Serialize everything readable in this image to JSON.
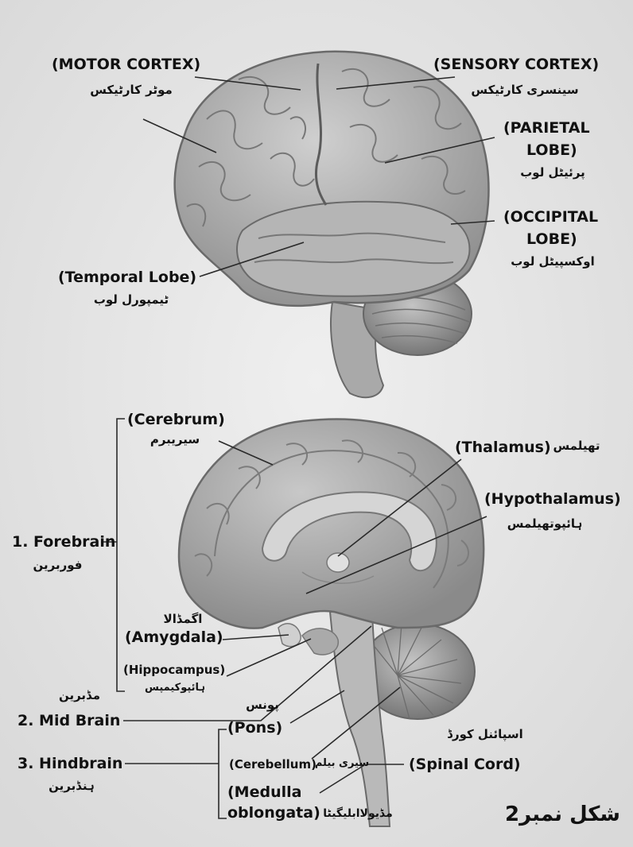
{
  "labels": {
    "motor_cortex": "(MOTOR CORTEX)",
    "motor_cortex_ur": "موٹر کارٹیکس",
    "sensory_cortex": "(SENSORY CORTEX)",
    "sensory_cortex_ur": "سینسری کارٹیکس",
    "parietal_1": "(PARIETAL",
    "parietal_2": "LOBE)",
    "parietal_ur": "پرئیٹل لوب",
    "occipital_1": "(OCCIPITAL",
    "occipital_2": "LOBE)",
    "occipital_ur": "اوکسپیٹل لوب",
    "temporal": "(Temporal Lobe)",
    "temporal_ur": "ٹیمپورل لوب",
    "cerebrum": "(Cerebrum)",
    "cerebrum_ur": "سیریبرم",
    "thalamus": "(Thalamus)",
    "thalamus_ur": "تھیلمس",
    "hypothalamus": "(Hypothalamus)",
    "hypothalamus_ur": "ہائپوتھیلمس",
    "forebrain": "1. Forebrain",
    "forebrain_ur": "فوربرین",
    "amygdala_ur": "اگمڈالا",
    "amygdala": "(Amygdala)",
    "hippocampus": "(Hippocampus)",
    "hippocampus_ur": "ہائپوکیمپس",
    "midbrain_ur": "مڈبرین",
    "midbrain": "2. Mid Brain",
    "pons_ur": "پونس",
    "pons": "(Pons)",
    "spinal_ur": "اسپائنل کورڈ",
    "cerebellum": "(Cerebellum)",
    "cerebellum_ur": "سیری بیلم",
    "spinal": "(Spinal Cord)",
    "hindbrain": "3. Hindbrain",
    "hindbrain_ur": "ہنڈبرین",
    "medulla_1": "(Medulla",
    "medulla_2": "oblongata)",
    "medulla_ur": "مڈیولاابلیگیٹا",
    "figure_title": "شکل نمبر2"
  }
}
